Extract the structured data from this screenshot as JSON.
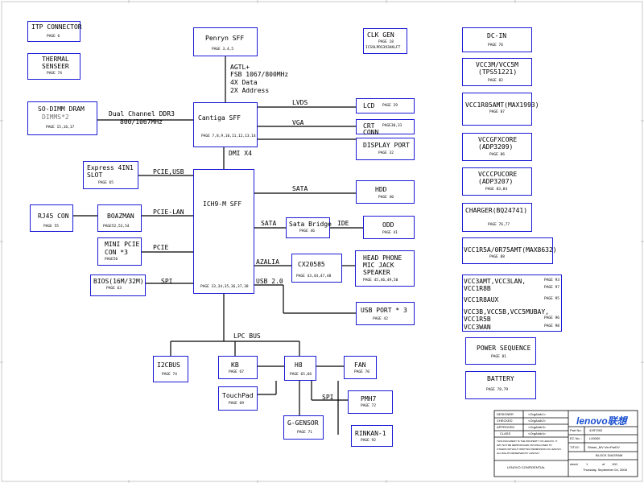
{
  "blocks": {
    "itp": {
      "title": "ITP CONNECTOR",
      "page": "PAGE 6"
    },
    "thermal": {
      "l1": "THERMAL",
      "l2": "SENSEER",
      "page": "PAGE 74"
    },
    "sodimm": {
      "l1": "SO-DIMM  DRAM",
      "l2": "DIMMS*2",
      "page": "PAGE 15,16,17"
    },
    "penryn": {
      "title": "Penryn SFF",
      "page": "PAGE 3,4,5"
    },
    "cantiga": {
      "title": "Cantiga SFF",
      "page": "PAGE 7,8,9,10,11,12,13,14"
    },
    "clkgen": {
      "title": "CLK GEN",
      "page1": "PAGE 18",
      "page2": "ICS9LPRS393AKLFT"
    },
    "lcd": {
      "title": "LCD",
      "page": "PAGE 29"
    },
    "crt": {
      "l1": "CRT",
      "l2": "CONN",
      "page": "PAGE30,31"
    },
    "dp": {
      "title": "DISPLAY PORT",
      "page": "PAGE 32"
    },
    "express": {
      "l1": "Express 4IN1",
      "l2": "SLOT",
      "page": "PAGE 65"
    },
    "ich9": {
      "title": "ICH9-M SFF",
      "page": "PAGE 33,34,35,36,37,38"
    },
    "hdd": {
      "title": "HDD",
      "page": "PAGE 40"
    },
    "rj45": {
      "title": "RJ45 CON",
      "page": "PAGE 55"
    },
    "boazman": {
      "title": "BOAZMAN",
      "page": "PAGE52,53,54"
    },
    "sata_bridge": {
      "title": "Sata Bridge",
      "page": "PAGE 46"
    },
    "odd": {
      "title": "ODD",
      "page": "PAGE 41"
    },
    "minipcie": {
      "l1": "MINI PCIE",
      "l2": "CON *3",
      "page": "PAGE56"
    },
    "cx20585": {
      "title": "CX20585",
      "page": "PAGE 43,44,47,48"
    },
    "headphone": {
      "l1": "HEAD PHONE",
      "l2": "MIC JACK",
      "l3": "SPEAKER",
      "page": "PAGE 45,46,49,50"
    },
    "bios": {
      "title": "BIOS(16M/32M)",
      "page": "PAGE 63"
    },
    "usbport": {
      "title": "USB PORT * 3",
      "page": "PAGE 42"
    },
    "i2cbus": {
      "title": "I2CBUS",
      "page": "PAGE 74"
    },
    "kb": {
      "title": "KB",
      "page": "PAGE 67"
    },
    "h8": {
      "title": "H8",
      "page": "PAGE 65,66"
    },
    "fan": {
      "title": "FAN",
      "page": "PAGE 70"
    },
    "touchpad": {
      "title": "TouchPad",
      "page": "PAGE 69"
    },
    "pmh7": {
      "title": "PMH7",
      "page": "PAGE 72"
    },
    "gsensor": {
      "title": "G-GENSOR",
      "page": "PAGE 71"
    },
    "rinkan": {
      "title": "RINKAN-1",
      "page": "PAGE 92"
    },
    "dcin": {
      "title": "DC-IN",
      "page": "PAGE 76"
    },
    "vcc3m": {
      "l1": "VCC3M/VCC5M",
      "l2": "(TPS51221)",
      "page": "PAGE 82"
    },
    "vcc1r05": {
      "title": "VCC1R05AMT(MAX1993)",
      "page": "PAGE 87"
    },
    "vccgfx": {
      "l1": "VCCGFXCORE",
      "l2": "(ADP3209)",
      "page": "PAGE 86"
    },
    "vcccpu": {
      "l1": "VCCCPUCORE",
      "l2": "(ADP3207)",
      "page": "PAGE 83,84"
    },
    "charger": {
      "title": "CHARGER(BQ24741)",
      "page": "PAGE 76,77"
    },
    "vcc1r5a": {
      "title": "VCC1R5A/0R75AMT(MAX8632)",
      "page": "PAGE 88"
    },
    "multi": {
      "l1": "VCC3AMT,VCC3LAN,",
      "p1": "PAGE 93",
      "l2": "VCC1R8B",
      "p2": "PAGE 97",
      "l3": "VCC1R8AUX",
      "p3": "PAGE 95",
      "l4": "VCC3B,VCC5B,VCC5MUBAY,",
      "l5": "VCC1R5B",
      "p5": "PAGE 96",
      "l6": "VCC3WAN",
      "p6": "PAGE 98"
    },
    "powerseq": {
      "title": "POWER SEQUENCE",
      "page": "PAGE 81"
    },
    "battery": {
      "title": "BATTERY",
      "page": "PAGE 78,79"
    }
  },
  "labels": {
    "agtl": "AGTL+",
    "fsb": "FSB 1067/800MHz",
    "data4x": "4X Data",
    "addr2x": "2X Address",
    "ddr3_1": "Dual Channel DDR3",
    "ddr3_2": "800/1067MHz",
    "lvds": "LVDS",
    "vga": "VGA",
    "dmi": "DMI X4",
    "pcie_usb": "PCIE,USB",
    "sata1": "SATA",
    "pcie_lan": "PCIE-LAN",
    "sata2": "SATA",
    "ide": "IDE",
    "pcie": "PCIE",
    "azalia": "AZALIA",
    "spi1": "SPI",
    "usb20": "USB 2.0",
    "lpc": "LPC BUS",
    "spi2": "SPI"
  },
  "titleblock": {
    "designer": "DESIGNER",
    "checked": "CHECKED",
    "approved": "APPROVED",
    "class": "CLASS",
    "designer_v": "<OrgAddr1>",
    "checked_v": "<OrgAddr2>",
    "approved_v": "<OrgAddr3>",
    "class_v": "<OrgAddr4>",
    "logo": "lenovo联想",
    "partno_l": "Part No. :",
    "partno_v": "41R7092",
    "ecno_l": "EC No. :",
    "ecno_v": "L00000",
    "title_l": "TITLE:",
    "title_v": "Shiner_MV  Ver:ParDV",
    "doc_title": "BLOCK DIAGRAM",
    "sheet_l": "sheet",
    "sheet_v": "1",
    "of_l": "of",
    "of_v": "100",
    "date": "Thursday, September 04, 2008",
    "confidential": "LENOVO CONFIDENTIAL",
    "note1": "THIS DOCUMENT IS THE PROPERTY OF LENOVO. IT",
    "note2": "MAY NOT BE REPRODUCED OR DISCLOSED TO",
    "note3": "OTHERS WITHOUT WRITTEN PERMISSION OF LENOVO.",
    "note4": "ALL RIGHTS RESERVED BY LENOVO."
  }
}
